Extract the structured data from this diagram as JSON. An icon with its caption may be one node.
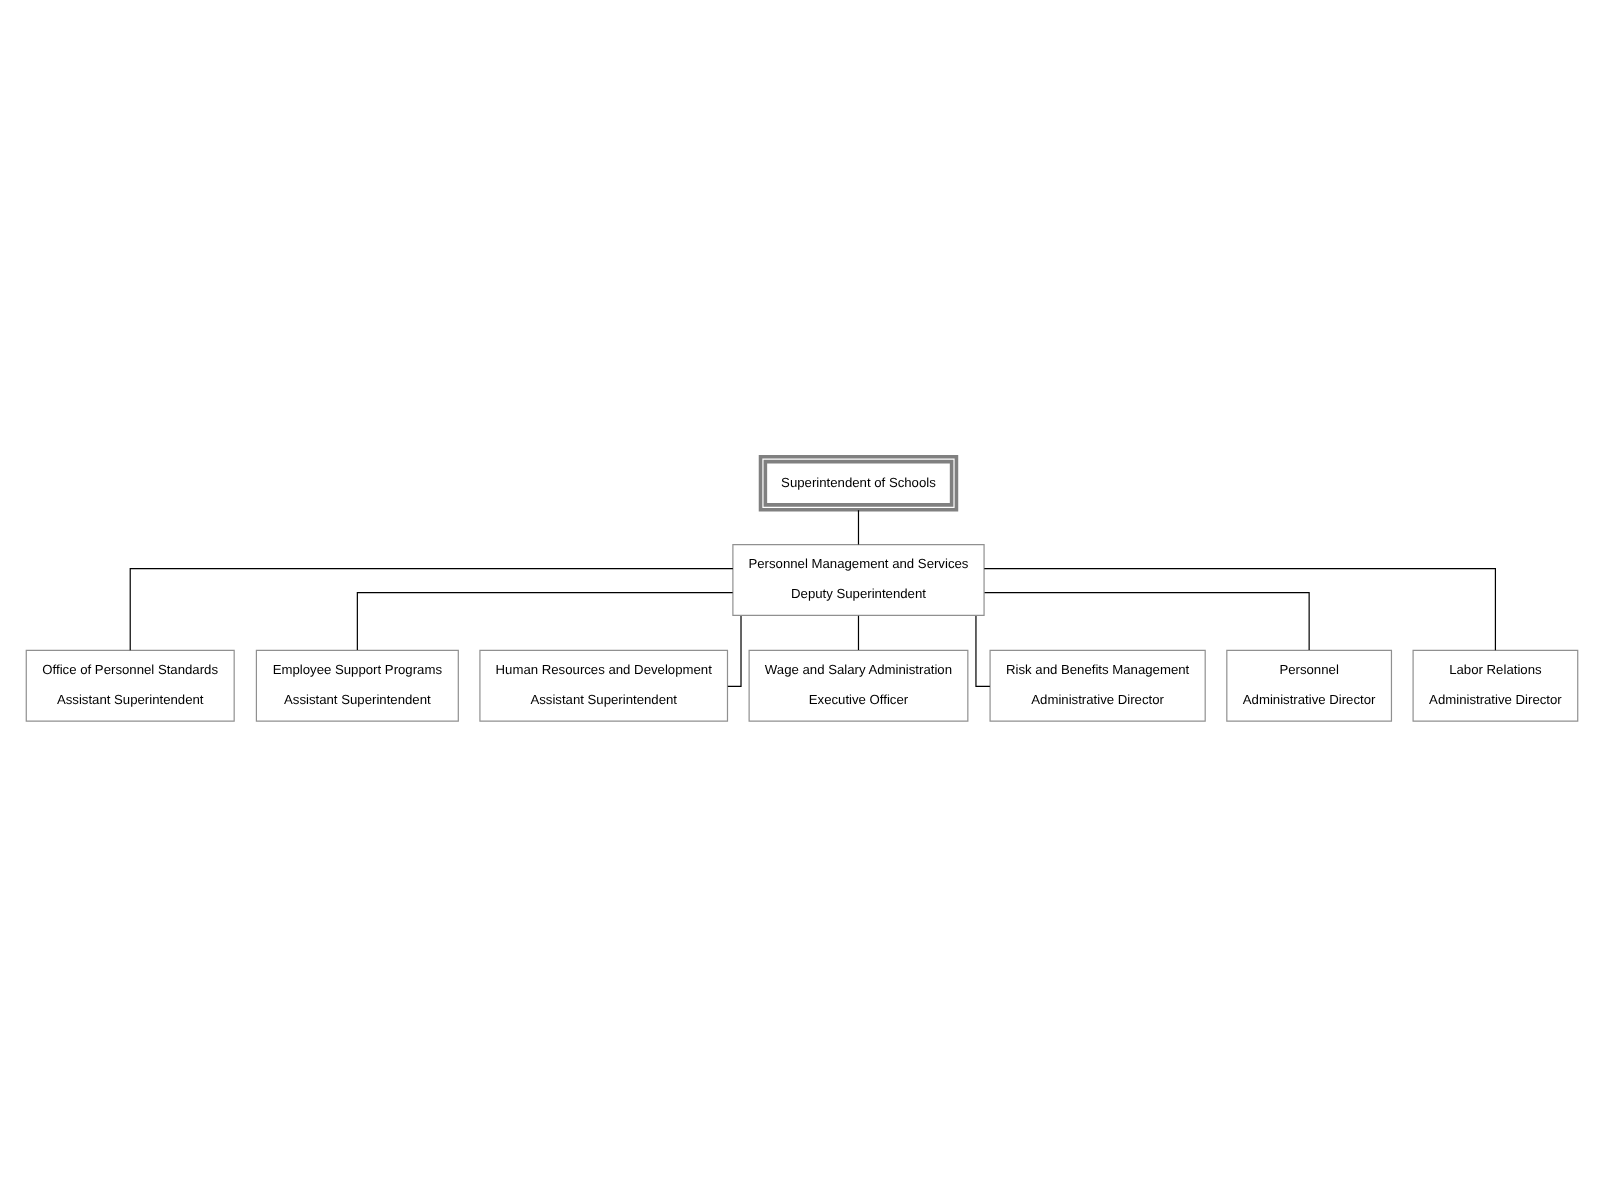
{
  "diagram": {
    "nodes": [
      {
        "text": [
          "Superintendent of Schools"
        ]
      },
      {
        "text": [
          "Personnel Management and Services",
          "Deputy Superintendent"
        ]
      },
      {
        "text": [
          "Office of Personnel Standards",
          "Assistant Superintendent"
        ]
      },
      {
        "text": [
          "Employee Support Programs",
          "Assistant Superintendent"
        ]
      },
      {
        "text": [
          "Human Resources and Development",
          "Assistant Superintendent"
        ]
      },
      {
        "text": [
          "Wage and Salary Administration",
          "Executive Officer"
        ]
      },
      {
        "text": [
          "Risk and Benefits Management",
          "Administrative Director"
        ]
      },
      {
        "text": [
          "Personnel",
          "Administrative Director"
        ]
      },
      {
        "text": [
          "Labor Relations",
          "Administrative Director"
        ]
      }
    ],
    "edges": [
      {
        "from": 0,
        "to": 1,
        "arrow": "none"
      },
      {
        "from": 1,
        "to": 2,
        "arrow": "none"
      },
      {
        "from": 1,
        "to": 3,
        "arrow": "none"
      },
      {
        "from": 1,
        "to": 4,
        "arrow": "none"
      },
      {
        "from": 1,
        "to": 5,
        "arrow": "none"
      },
      {
        "from": 1,
        "to": 6,
        "arrow": "none"
      },
      {
        "from": 1,
        "to": 7,
        "arrow": "none"
      },
      {
        "from": 1,
        "to": 8,
        "arrow": "none"
      }
    ]
  }
}
